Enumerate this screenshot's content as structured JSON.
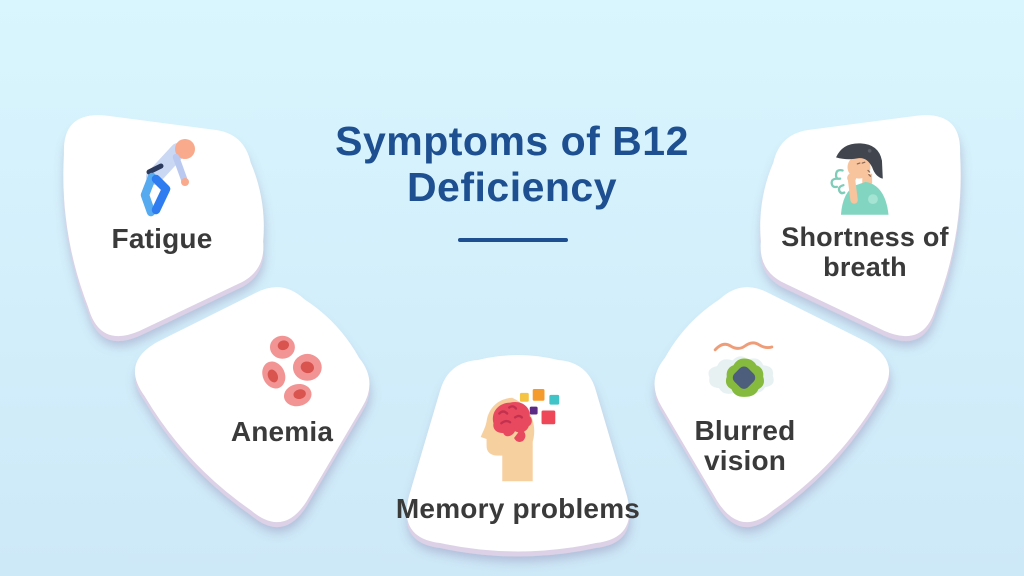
{
  "title": {
    "line1": "Symptoms of B12",
    "line2": "Deficiency"
  },
  "cards": [
    {
      "id": "fatigue",
      "label": "Fatigue",
      "icon": "tired-person-icon"
    },
    {
      "id": "anemia",
      "label": "Anemia",
      "icon": "red-blood-cells-icon"
    },
    {
      "id": "memory-problems",
      "label": "Memory problems",
      "icon": "memory-loss-head-icon"
    },
    {
      "id": "blurred-vision",
      "label": "Blurred vision",
      "icon": "blurred-eye-icon"
    },
    {
      "id": "shortness-of-breath",
      "label": "Shortness of breath",
      "icon": "breathless-person-icon"
    }
  ],
  "colors": {
    "background": "#d3effb",
    "card": "#ffffff",
    "card_rim": "#dcd1e6",
    "shadow": "#7d6b9e",
    "title": "#1d4f91",
    "underline": "#1d4f91",
    "label": "#3a3a3a"
  }
}
